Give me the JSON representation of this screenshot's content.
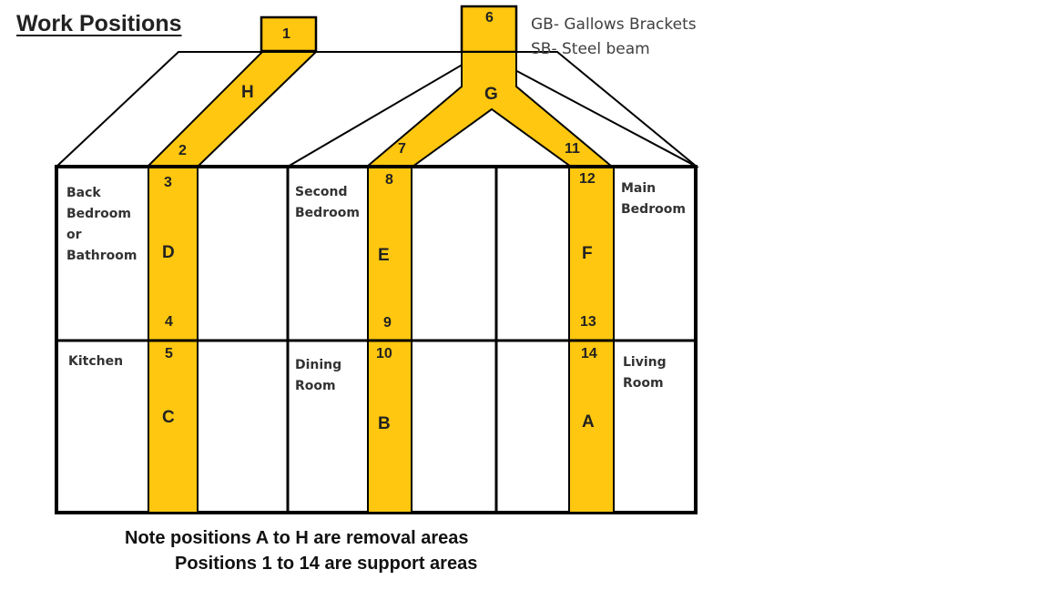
{
  "title": "Work Positions",
  "legend": {
    "gb": "GB- Gallows Brackets",
    "sb": "SB-  Steel beam"
  },
  "notes": {
    "line1": "Note positions A to H are removal areas",
    "line2": "Positions 1 to 14 are support areas"
  },
  "rooms": {
    "back_bedroom": "Back\nBedroom\nor\nBathroom",
    "second_bedroom": "Second\nBedroom",
    "main_bedroom": "Main\nBedroom",
    "kitchen": "Kitchen",
    "dining_room": "Dining\nRoom",
    "living_room": "Living\nRoom"
  },
  "support_positions": [
    "1",
    "2",
    "3",
    "4",
    "5",
    "6",
    "7",
    "8",
    "9",
    "10",
    "11",
    "12",
    "13",
    "14"
  ],
  "removal_areas": [
    "A",
    "B",
    "C",
    "D",
    "E",
    "F",
    "G",
    "H"
  ],
  "colors": {
    "beam_fill": "#FFC70F",
    "outline": "#000000",
    "text": "#222222"
  }
}
